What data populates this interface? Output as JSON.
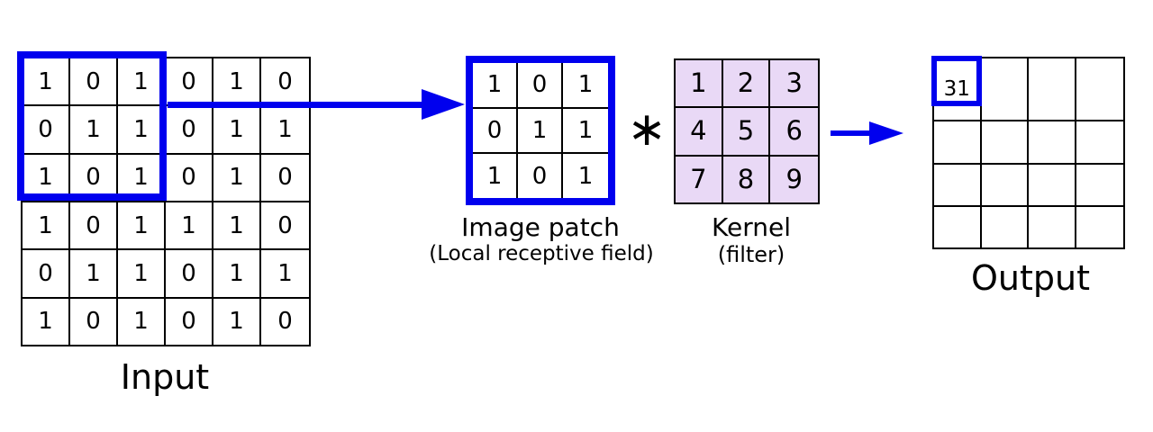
{
  "figure": {
    "description": "2D convolution diagram: input grid convolved with kernel produces output"
  },
  "colors": {
    "accent_blue": "#0000ee",
    "kernel_fill": "#e9d9f6",
    "grid_line": "#000000",
    "background": "#ffffff"
  },
  "input_grid": {
    "label": "Input",
    "rows": [
      [
        "1",
        "0",
        "1",
        "0",
        "1",
        "0"
      ],
      [
        "0",
        "1",
        "1",
        "0",
        "1",
        "1"
      ],
      [
        "1",
        "0",
        "1",
        "0",
        "1",
        "0"
      ],
      [
        "1",
        "0",
        "1",
        "1",
        "1",
        "0"
      ],
      [
        "0",
        "1",
        "1",
        "0",
        "1",
        "1"
      ],
      [
        "1",
        "0",
        "1",
        "0",
        "1",
        "0"
      ]
    ]
  },
  "patch_grid": {
    "label": "Image patch",
    "sublabel": "(Local receptive field)",
    "rows": [
      [
        "1",
        "0",
        "1"
      ],
      [
        "0",
        "1",
        "1"
      ],
      [
        "1",
        "0",
        "1"
      ]
    ]
  },
  "operator": {
    "symbol": "∗"
  },
  "kernel_grid": {
    "label": "Kernel",
    "sublabel": "(filter)",
    "rows": [
      [
        "1",
        "2",
        "3"
      ],
      [
        "4",
        "5",
        "6"
      ],
      [
        "7",
        "8",
        "9"
      ]
    ]
  },
  "output_grid": {
    "label": "Output",
    "highlighted_value": "31",
    "rows": [
      [
        "31",
        "",
        "",
        ""
      ],
      [
        "",
        "",
        "",
        ""
      ],
      [
        "",
        "",
        "",
        ""
      ],
      [
        "",
        "",
        "",
        ""
      ]
    ]
  }
}
